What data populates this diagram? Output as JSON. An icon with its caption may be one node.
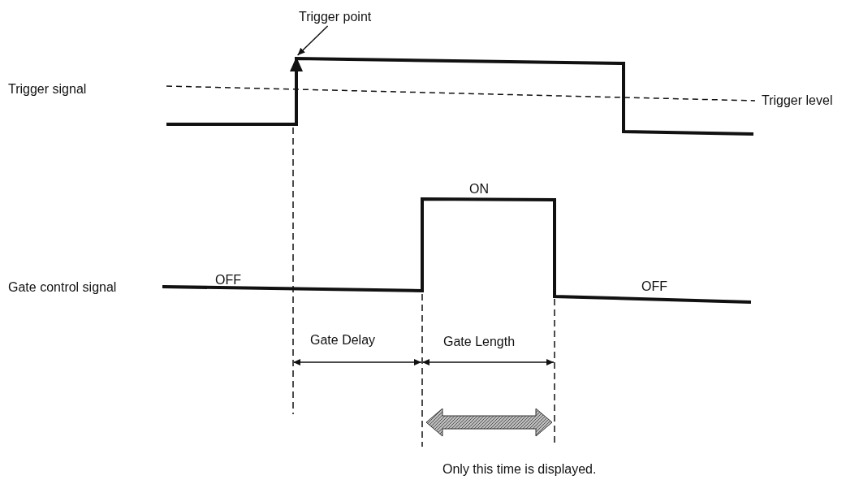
{
  "diagram": {
    "nodes": [
      {
        "text": [
          "Trigger point"
        ]
      },
      {
        "text": [],
        "shape": "triangle"
      }
    ],
    "edges": [
      {
        "from": 0,
        "to": 1,
        "arrow": "to"
      }
    ],
    "labels": [
      "Trigger signal",
      "Trigger level",
      "ON",
      "Gate control signal",
      "OFF",
      "OFF",
      "Gate Delay",
      "Gate Length",
      "Only this time is displayed."
    ]
  }
}
